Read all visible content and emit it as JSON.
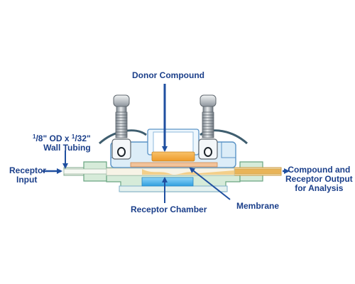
{
  "labels": {
    "donor_compound": "Donor Compound",
    "tubing_size_a": "1",
    "tubing_size_a_denominator": "8",
    "tubing_od": "\" OD x ",
    "tubing_size_b": "1",
    "tubing_size_b_denominator": "32",
    "tubing_quote": "\"",
    "tubing_line2": "Wall Tubing",
    "receptor_input_line1": "Receptor",
    "receptor_input_line2": "Input",
    "receptor_chamber": "Receptor Chamber",
    "membrane": "Membrane",
    "output_line1": "Compound and",
    "output_line2": "Receptor Output",
    "output_line3": "for Analysis"
  },
  "colors": {
    "label_text": "#1b3f8a",
    "arrow": "#1f4fa0",
    "block_fill": "#dcedf8",
    "block_stroke": "#5a93c6",
    "green_fitting": "#d6ebd9",
    "donor_compound": "#f4a93b",
    "membrane": "#f2c39a",
    "receptor_fluid": "#49b4ea",
    "tubing_fill": "#f1f4ec",
    "output_tubing": "#e9b458",
    "screw_metal": "#9aa1a8",
    "clamp_band": "#3f5e6f"
  }
}
